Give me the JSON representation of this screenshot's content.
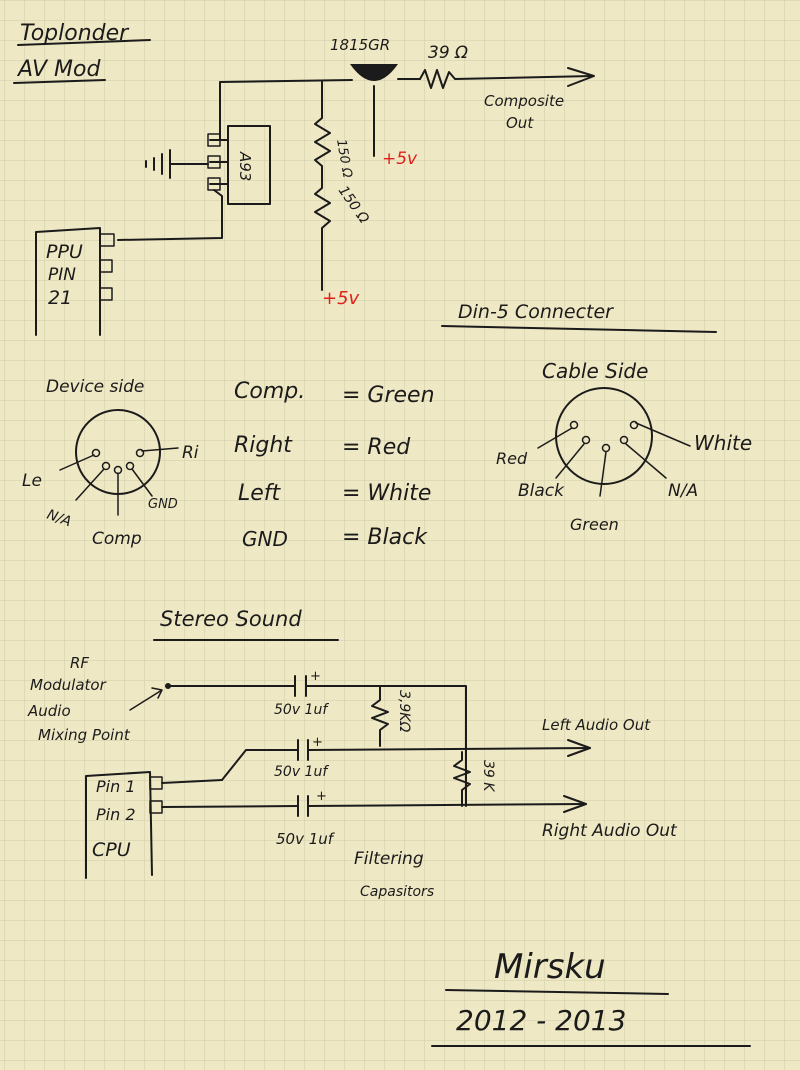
{
  "colors": {
    "paper": "#efe8c4",
    "grid": "#cfcba8",
    "ink": "#1b1b1b",
    "red_ink": "#e0201a"
  },
  "title": {
    "line1": "Toplonder",
    "line2": "AV Mod"
  },
  "av_circuit": {
    "transistor": "1815GR",
    "resistor_out": "39 Ω",
    "composite_out_1": "Composite",
    "composite_out_2": "Out",
    "plus5v_top": "+5v",
    "r1": "150 Ω",
    "r2": "150 Ω",
    "plus5v_bottom": "+5v",
    "chip": "A93",
    "ppu_1": "PPU",
    "ppu_2": "PIN",
    "ppu_3": "21"
  },
  "din5": {
    "heading": "Din-5 Connecter",
    "device_side": "Device side",
    "device_pins": {
      "le": "Le",
      "ri": "Ri",
      "na": "N/A",
      "gnd": "GND",
      "comp": "Comp"
    },
    "mapping": [
      {
        "signal": "Comp.",
        "color": "= Green"
      },
      {
        "signal": "Right",
        "color": "= Red"
      },
      {
        "signal": "Left",
        "color": "= White"
      },
      {
        "signal": "GND",
        "color": "= Black"
      }
    ],
    "cable_side": "Cable Side",
    "cable_pins": {
      "red": "Red",
      "white": "White",
      "black": "Black",
      "na": "N/A",
      "green": "Green"
    }
  },
  "stereo": {
    "heading": "Stereo Sound",
    "rf_note": [
      "RF",
      "Modulator",
      "Audio",
      "Mixing Point"
    ],
    "cap1": "50v 1uf",
    "cap2": "50v 1uf",
    "cap3": "50v 1uf",
    "res1": "3,9KΩ",
    "res2": "39 K",
    "left_out": "Left Audio Out",
    "right_out": "Right Audio Out",
    "cpu": [
      "Pin 1",
      "Pin 2",
      "CPU"
    ],
    "filtering_1": "Filtering",
    "filtering_2": "Capasitors"
  },
  "signature": {
    "name": "Mirsku",
    "years": "2012 - 2013"
  }
}
